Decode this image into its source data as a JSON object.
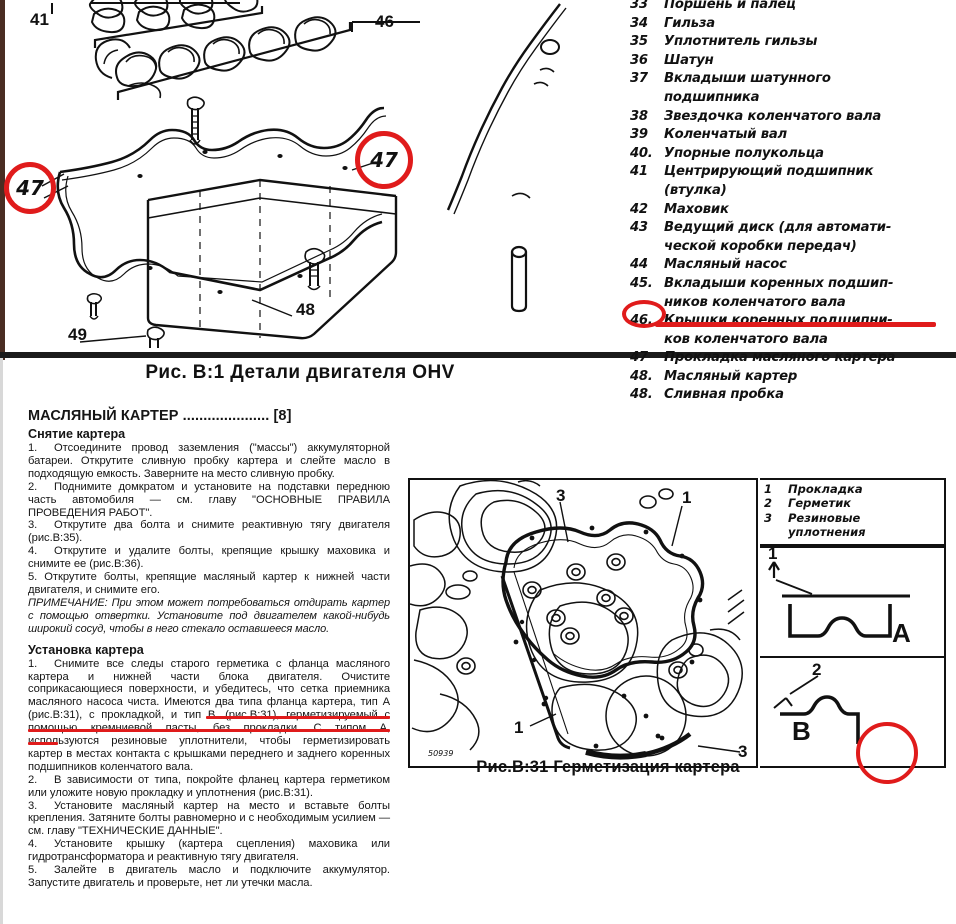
{
  "figure1": {
    "caption": "Рис. B:1 Детали двигателя OHV",
    "callouts": [
      {
        "label": "41"
      },
      {
        "label": "46"
      },
      {
        "label": "47"
      },
      {
        "label": "47"
      },
      {
        "label": "48"
      },
      {
        "label": "49"
      }
    ],
    "legend": [
      {
        "num": "33",
        "text": "Поршень и палец"
      },
      {
        "num": "34",
        "text": "Гильза"
      },
      {
        "num": "35",
        "text": "Уплотнитель гильзы"
      },
      {
        "num": "36",
        "text": "Шатун"
      },
      {
        "num": "37",
        "text": "Вкладыши шатунного",
        "cont": "подшипника"
      },
      {
        "num": "38",
        "text": "Звездочка коленчатого вала"
      },
      {
        "num": "39",
        "text": "Коленчатый вал"
      },
      {
        "num": "40.",
        "text": "Упорные полукольца"
      },
      {
        "num": "41",
        "text": "Центрирующий подшипник",
        "cont": "(втулка)"
      },
      {
        "num": "42",
        "text": "Маховик"
      },
      {
        "num": "43",
        "text": "Ведущий диск (для автомати-",
        "cont": "ческой коробки передач)"
      },
      {
        "num": "44",
        "text": "Масляный насос"
      },
      {
        "num": "45.",
        "text": "Вкладыши коренных подшип-",
        "cont": "ников коленчатого вала"
      },
      {
        "num": "46.",
        "text": "Крышки коренных подшипни-",
        "cont": "ков коленчатого вала"
      },
      {
        "num": "47",
        "text": "Прокладка масляного картера",
        "highlight": true
      },
      {
        "num": "48.",
        "text": "Масляный картер"
      },
      {
        "num": "48.",
        "text": "Сливная пробка"
      }
    ]
  },
  "article": {
    "section_title": "МАСЛЯНЫЙ КАРТЕР ..................... [8]",
    "removal": {
      "heading": "Снятие картера",
      "steps": [
        {
          "num": "1.",
          "text": "Отсоедините провод заземления (\"массы\") аккумуляторной батареи. Открутите сливную пробку картера и слейте масло в подходящую емкость. Заверните на место сливную пробку."
        },
        {
          "num": "2.",
          "text": "Поднимите домкратом и установите на подставки переднюю часть автомобиля — см. главу \"ОСНОВНЫЕ ПРАВИЛА ПРОВЕДЕНИЯ РАБОТ\"."
        },
        {
          "num": "3.",
          "text": "Открутите два болта и снимите реактивную тягу двигателя (рис.B:35)."
        },
        {
          "num": "4.",
          "text": "Открутите и удалите болты, крепящие крышку маховика и снимите ее (рис.B:36)."
        },
        {
          "num": "5.",
          "text": "Открутите болты, крепящие масляный картер к нижней части двигателя, и снимите его."
        }
      ],
      "note": "ПРИМЕЧАНИЕ: При этом может потребоваться отдирать картер с помощью отвертки. Установите под двигателем какой-нибудь широкий сосуд, чтобы в него стекало оставшееся масло."
    },
    "installation": {
      "heading": "Установка картера",
      "steps": [
        {
          "num": "1.",
          "text": "Снимите все следы старого герметика с фланца масляного картера и нижней части блока двигателя. Очистите соприкасающиеся поверхности, и убедитесь, что сетка приемника масляного насоса чиста. Имеются два типа фланца картера, тип А (рис.B:31), с прокладкой, и тип В. (рис.B:31), герметизируемый с помощью кремниевой пасты, без прокладки. С типом А, используются резиновые уплотнители, чтобы герметизировать картер в местах контакта с крышками переднего и заднего коренных подшипников коленчатого вала."
        },
        {
          "num": "2.",
          "text": "В зависимости от типа, покройте фланец картера герметиком или уложите новую прокладку и уплотнения (рис.B:31)."
        },
        {
          "num": "3.",
          "text": "Установите масляный картер на место и вставьте болты крепления. Затяните болты равномерно и с необходимым усилием — см. главу \"ТЕХНИЧЕСКИЕ ДАННЫЕ\"."
        },
        {
          "num": "4.",
          "text": "Установите крышку (картера сцепления) маховика или гидротрансформатора и реактивную тягу двигателя."
        },
        {
          "num": "5.",
          "text": "Залейте в двигатель масло и подключите аккумулятор. Запустите двигатель и проверьте, нет ли утечки масла."
        }
      ]
    }
  },
  "figure31": {
    "caption": "Рис.B:31 Герметизация картера",
    "legend": [
      {
        "num": "1",
        "text": "Прокладка"
      },
      {
        "num": "2",
        "text": "Герметик"
      },
      {
        "num": "3",
        "text": "Резиновые",
        "cont": "уплотнения"
      }
    ],
    "panels": [
      {
        "letter": "A",
        "callout": "1"
      },
      {
        "letter": "B",
        "callout": "2",
        "highlight": true
      }
    ],
    "callouts": [
      "3",
      "1",
      "1",
      "3"
    ]
  },
  "annotations": {
    "highlight_color": "#e01b1b",
    "marked_items": [
      "47",
      "B"
    ]
  }
}
